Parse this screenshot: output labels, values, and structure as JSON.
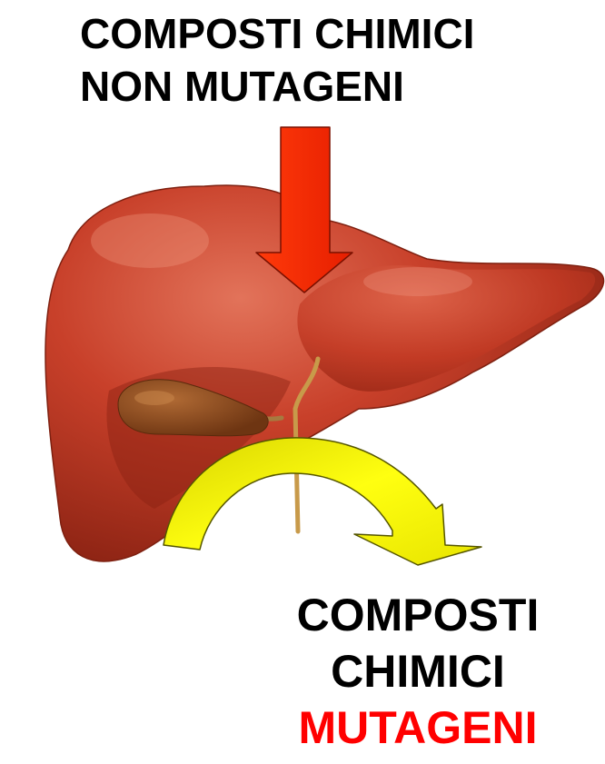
{
  "top_label": {
    "line1": "COMPOSTI CHIMICI",
    "line2": "NON MUTAGENI"
  },
  "bottom_label": {
    "line1": "COMPOSTI",
    "line2": "CHIMICI",
    "line3": "MUTAGENI"
  },
  "colors": {
    "text_primary": "#000000",
    "text_highlight": "#ff0000",
    "input_arrow": "#ff2a00",
    "output_arrow": "#f2ee00",
    "liver": "#c8402a",
    "gallbladder": "#8a4a1e"
  },
  "icons": {
    "organ": "liver-illustration",
    "input_arrow": "down-arrow",
    "output_arrow": "curved-arrow"
  }
}
